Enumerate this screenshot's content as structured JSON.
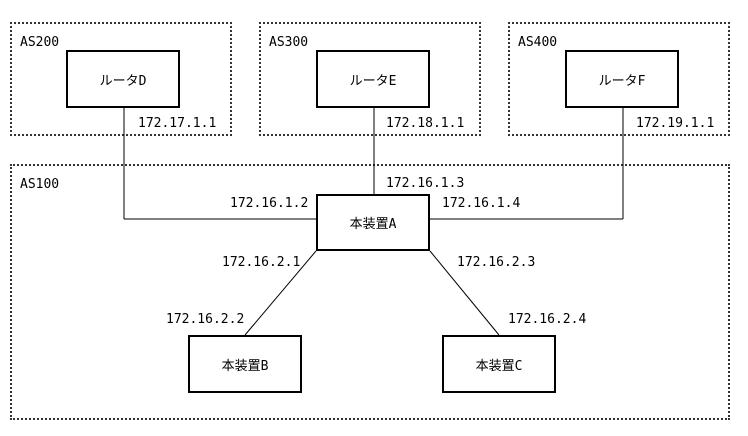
{
  "diagram": {
    "as_groups": [
      {
        "id": "as200",
        "label": "AS200"
      },
      {
        "id": "as300",
        "label": "AS300"
      },
      {
        "id": "as400",
        "label": "AS400"
      },
      {
        "id": "as100",
        "label": "AS100"
      }
    ],
    "nodes": {
      "router_d": "ルータD",
      "router_e": "ルータE",
      "router_f": "ルータF",
      "device_a": "本装置A",
      "device_b": "本装置B",
      "device_c": "本装置C"
    },
    "addresses": {
      "router_d": "172.17.1.1",
      "router_e": "172.18.1.1",
      "router_f": "172.19.1.1",
      "a_to_d": "172.16.1.2",
      "a_to_e": "172.16.1.3",
      "a_to_f": "172.16.1.4",
      "a_to_b": "172.16.2.1",
      "a_to_c": "172.16.2.3",
      "b": "172.16.2.2",
      "c": "172.16.2.4"
    },
    "colors": {
      "line": "#000000",
      "as_border": "#333333",
      "background": "#ffffff"
    }
  }
}
